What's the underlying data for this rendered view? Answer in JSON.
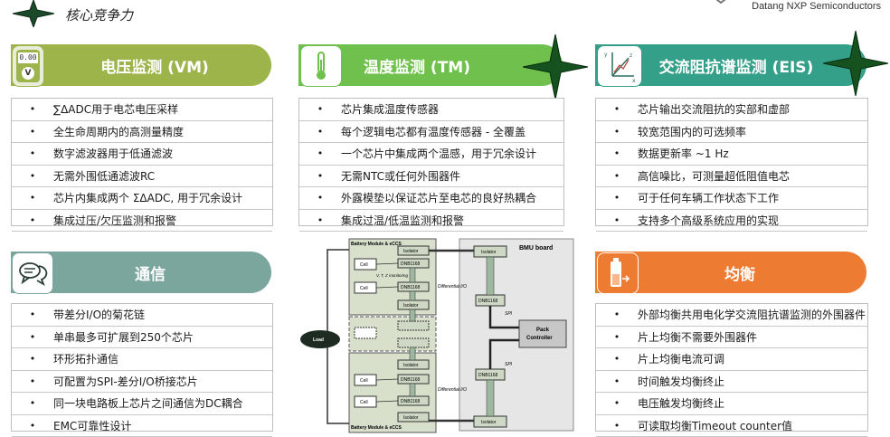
{
  "tagline": "核心竞争力",
  "brand": "Datang NXP Semiconductors",
  "colors": {
    "green": "#9cb44a",
    "bright_green": "#6fc04c",
    "teal": "#35a08a",
    "slate_green": "#7aa69d",
    "orange": "#ee7b32"
  },
  "vm": {
    "icon_display": "0.00",
    "icon_label": "V",
    "title": "电压监测 (VM)",
    "items": [
      "∑ΔADC用于电芯电压采样",
      "全生命周期内的高测量精度",
      "数字滤波器用于低通滤波",
      "无需外围低通滤波RC",
      "芯片内集成两个 ΣΔADC, 用于冗余设计",
      "集成过压/欠压监测和报警"
    ]
  },
  "tm": {
    "title": "温度监测 (TM)",
    "items": [
      "芯片集成温度传感器",
      "每个逻辑电芯都有温度传感器 - 全覆盖",
      "一个芯片中集成两个温感，用于冗余设计",
      "无需NTC或任何外围器件",
      "外露模垫以保证芯片至电芯的良好热耦合",
      "集成过温/低温监测和报警"
    ]
  },
  "eis": {
    "title": "交流阻抗谱监测 (EIS)",
    "icon_axes": [
      "x",
      "y",
      "z"
    ],
    "items": [
      "芯片输出交流阻抗的实部和虚部",
      "较宽范围内的可选频率",
      "数据更新率 ~1 Hz",
      "高信噪比，可测量超低阻值电芯",
      "可于任何车辆工作状态下工作",
      "支持多个高级系统应用的实现"
    ]
  },
  "comm": {
    "title": "通信",
    "items": [
      "带差分I/O的菊花链",
      "单串最多可扩展到250个芯片",
      "环形拓扑通信",
      "可配置为SPI-差分I/O桥接芯片",
      "同一块电路板上芯片之间通信为DC耦合",
      "EMC可靠性设计"
    ]
  },
  "bal": {
    "title": "均衡",
    "items": [
      "外部均衡共用电化学交流阻抗谱监测的外围器件",
      "片上均衡不需要外围器件",
      "片上均衡电流可调",
      "时间触发均衡终止",
      "电压触发均衡终止",
      "可读取均衡Timeout counter值"
    ]
  },
  "diagram": {
    "module_label": "Battery Module & eCCS",
    "bmu_label": "BMU board",
    "cell": "Cell",
    "dnb": "DNB1168",
    "isolator": "Isolator",
    "vt_label": "V, T, Z monitoring",
    "diff_io": "Differential I/O",
    "spi": "SPI",
    "pack1": "Pack",
    "pack2": "Controller",
    "load": "Load"
  }
}
